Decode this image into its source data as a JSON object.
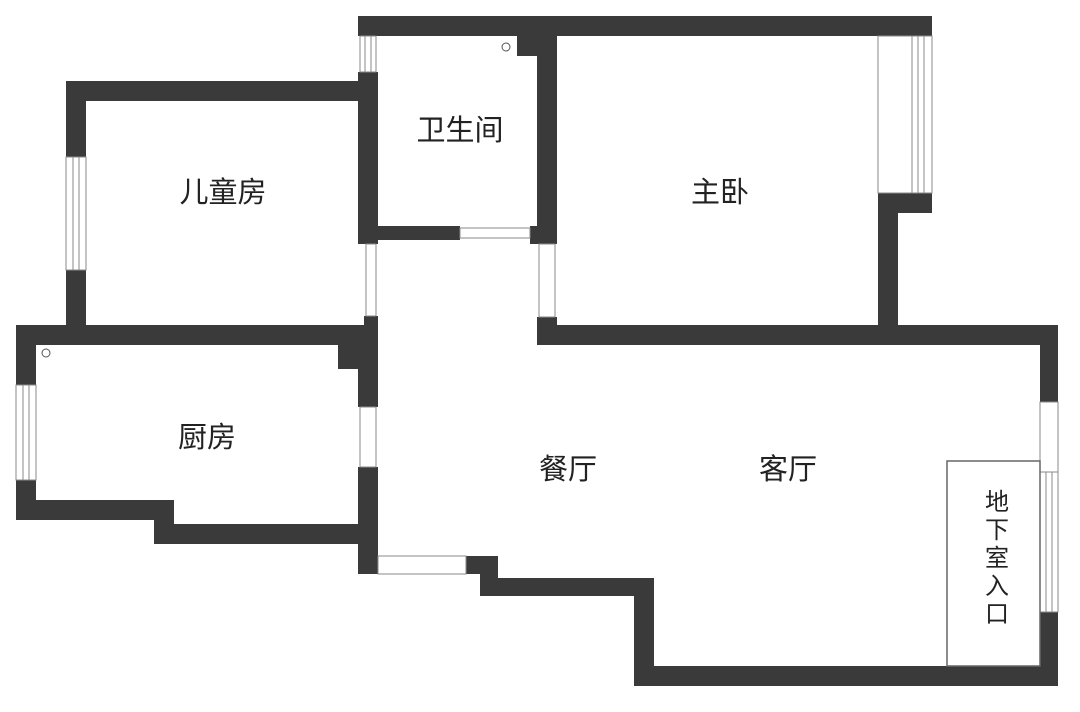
{
  "rooms": {
    "bathroom": "卫生间",
    "kids_room": "儿童房",
    "master_bedroom": "主卧",
    "kitchen": "厨房",
    "dining_room": "餐厅",
    "living_room": "客厅",
    "basement_entrance": [
      "地",
      "下",
      "室",
      "入",
      "口"
    ]
  },
  "colors": {
    "wall": "#3a3a3a",
    "window_frame": "#8a8a8a",
    "background": "#ffffff"
  }
}
